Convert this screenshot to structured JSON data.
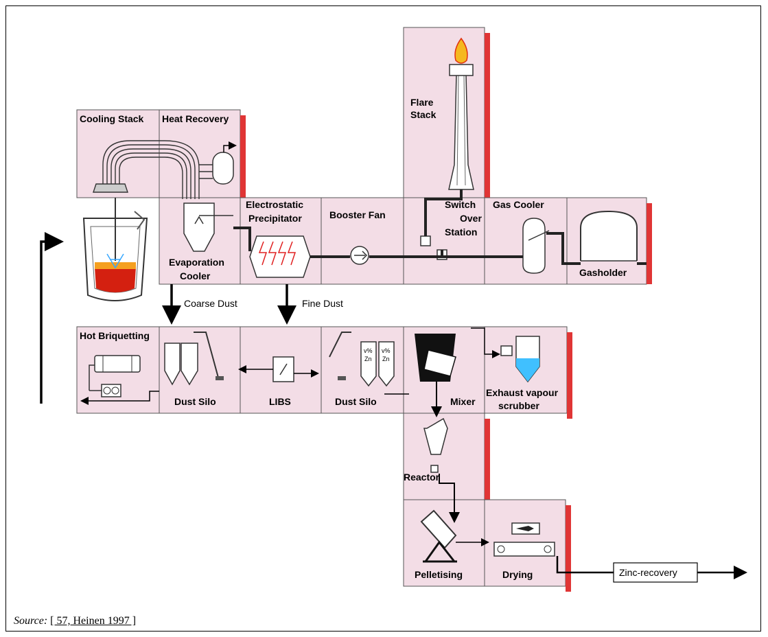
{
  "labels": {
    "cooling_stack": "Cooling Stack",
    "heat_recovery": "Heat Recovery",
    "flare_stack_1": "Flare",
    "flare_stack_2": "Stack",
    "electrostatic_1": "Electrostatic",
    "electrostatic_2": "Precipitator",
    "booster_fan": "Booster Fan",
    "switch_1": "Switch",
    "switch_2": "Over",
    "switch_3": "Station",
    "gas_cooler": "Gas Cooler",
    "evaporation_1": "Evaporation",
    "evaporation_2": "Cooler",
    "gasholder": "Gasholder",
    "coarse_dust": "Coarse Dust",
    "fine_dust": "Fine Dust",
    "hot_briquetting": "Hot Briquetting",
    "dust_silo_1": "Dust Silo",
    "libs": "LIBS",
    "dust_silo_2": "Dust Silo",
    "mixer": "Mixer",
    "exhaust_1": "Exhaust vapour",
    "exhaust_2": "scrubber",
    "reactor": "Reactor",
    "pelletising": "Pelletising",
    "drying": "Drying",
    "zinc_recovery": "Zinc-recovery",
    "silo_pct": "v%",
    "silo_zn": "Zn"
  },
  "source": {
    "label": "Source:",
    "reference": "[ 57, Heinen 1997 ]"
  },
  "colors": {
    "box_fill": "#f3dde6",
    "edge_red": "#e03535",
    "line": "#000000"
  }
}
